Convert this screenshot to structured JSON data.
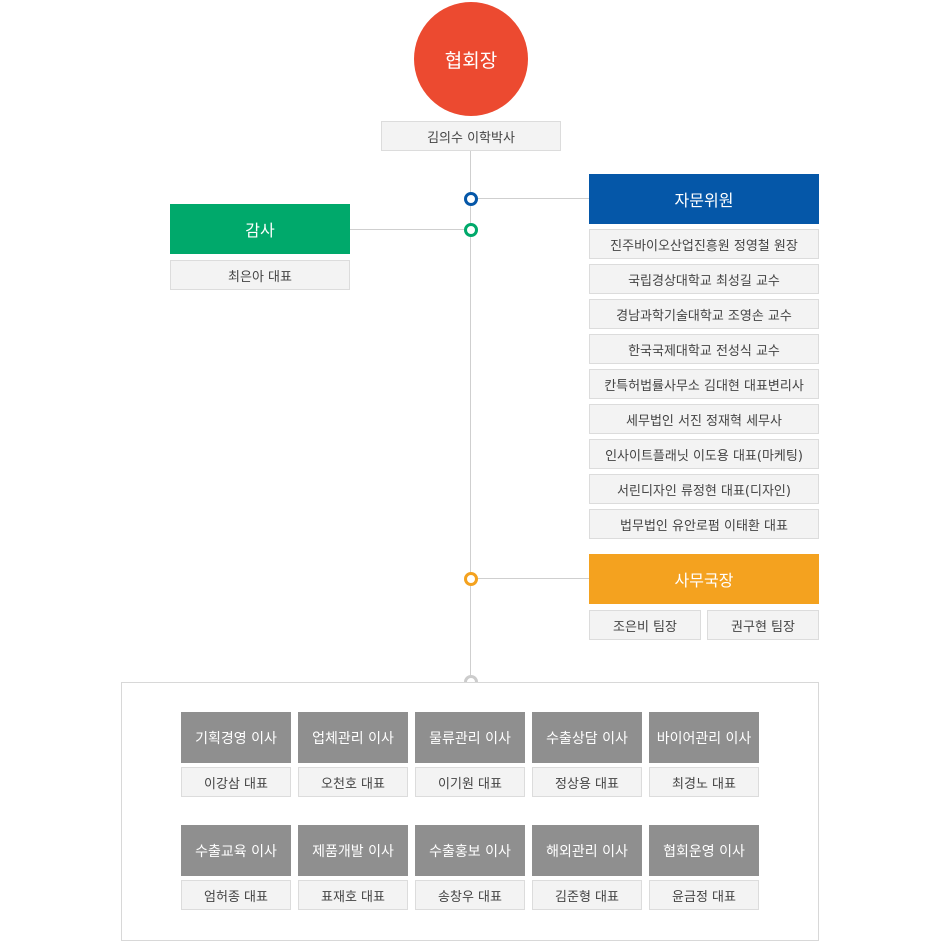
{
  "president": {
    "title": "협회장",
    "name": "김의수 이학박사"
  },
  "auditor": {
    "title": "감사",
    "name": "최은아 대표"
  },
  "advisory": {
    "title": "자문위원",
    "members": [
      "진주바이오산업진흥원 정영철 원장",
      "국립경상대학교 최성길 교수",
      "경남과학기술대학교 조영손 교수",
      "한국국제대학교 전성식 교수",
      "칸특허법률사무소 김대현 대표변리사",
      "세무법인 서진 정재혁 세무사",
      "인사이트플래닛 이도용 대표(마케팅)",
      "서린디자인 류정현 대표(디자인)",
      "법무법인 유안로펌 이태환 대표"
    ]
  },
  "secretariat": {
    "title": "사무국장",
    "members": [
      "조은비 팀장",
      "권구현 팀장"
    ]
  },
  "directors": [
    {
      "title": "기획경영 이사",
      "name": "이강삼 대표"
    },
    {
      "title": "업체관리 이사",
      "name": "오천호 대표"
    },
    {
      "title": "물류관리 이사",
      "name": "이기원 대표"
    },
    {
      "title": "수출상담 이사",
      "name": "정상용 대표"
    },
    {
      "title": "바이어관리 이사",
      "name": "최경노 대표"
    },
    {
      "title": "수출교육 이사",
      "name": "엄허종 대표"
    },
    {
      "title": "제품개발 이사",
      "name": "표재호 대표"
    },
    {
      "title": "수출홍보 이사",
      "name": "송창우 대표"
    },
    {
      "title": "해외관리 이사",
      "name": "김준형 대표"
    },
    {
      "title": "협회운영 이사",
      "name": "윤금정 대표"
    }
  ],
  "colors": {
    "president": "#ec4a30",
    "auditor": "#00a96b",
    "advisory": "#0557a8",
    "secretariat": "#f4a21f",
    "director": "#8f8f8f",
    "line": "#cfcfcf"
  }
}
